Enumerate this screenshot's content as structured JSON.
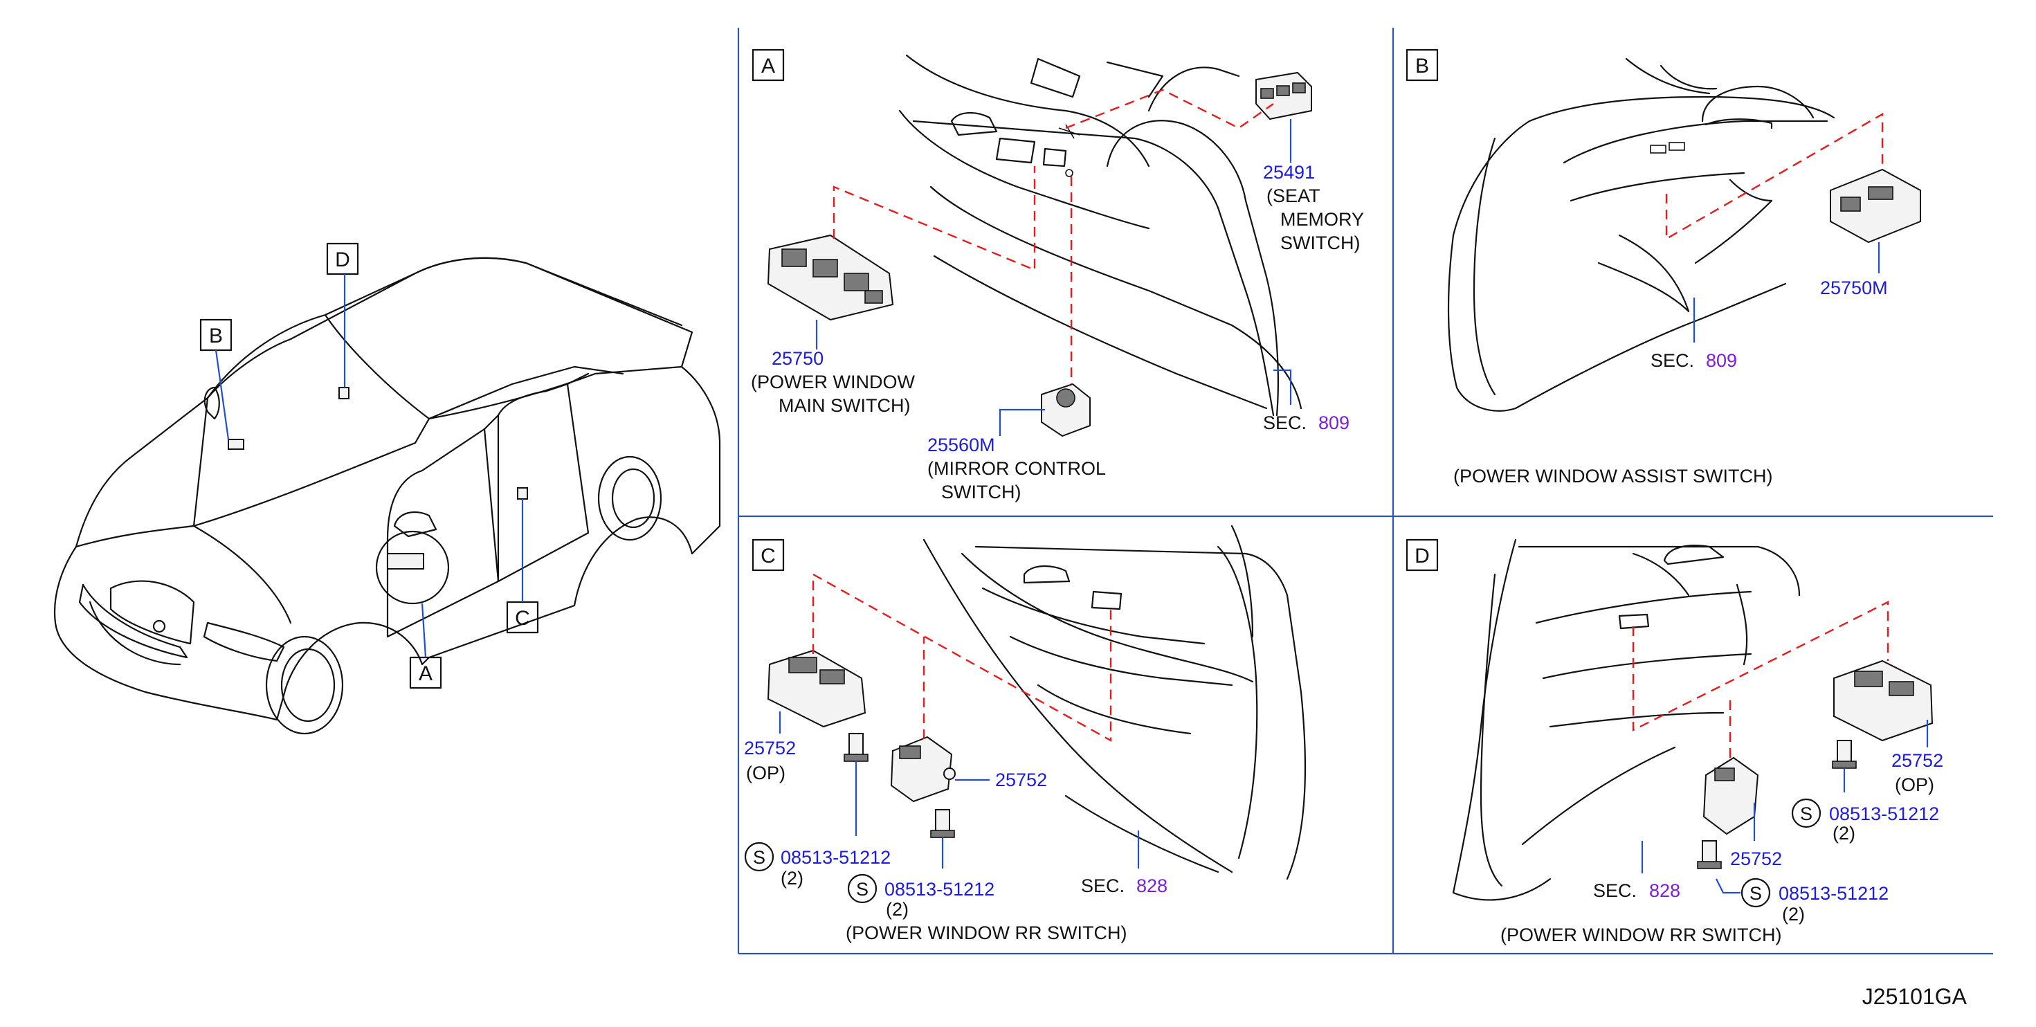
{
  "diagram_id": "J25101GA",
  "overview": {
    "callouts": [
      "A",
      "B",
      "C",
      "D"
    ]
  },
  "panels": {
    "A": {
      "letter": "A",
      "parts": [
        {
          "number": "25491",
          "desc": [
            "(SEAT",
            "MEMORY",
            "SWITCH)"
          ]
        },
        {
          "number": "25750",
          "desc": [
            "(POWER   WINDOW",
            "MAIN   SWITCH)"
          ]
        },
        {
          "number": "25560M",
          "desc": [
            "(MIRROR   CONTROL",
            "SWITCH)"
          ]
        }
      ],
      "sec_prefix": "SEC.",
      "sec_number": "809"
    },
    "B": {
      "letter": "B",
      "parts": [
        {
          "number": "25750M"
        }
      ],
      "sec_prefix": "SEC.",
      "sec_number": "809",
      "caption": "(POWER   WINDOW   ASSIST   SWITCH)"
    },
    "C": {
      "letter": "C",
      "parts": [
        {
          "number": "25752",
          "note": "(OP)"
        },
        {
          "number": "25752"
        }
      ],
      "screws": [
        {
          "symbol": "S",
          "number": "08513-51212",
          "qty": "(2)"
        },
        {
          "symbol": "S",
          "number": "08513-51212",
          "qty": "(2)"
        }
      ],
      "sec_prefix": "SEC.",
      "sec_number": "828",
      "caption": "(POWER   WINDOW   RR   SWITCH)"
    },
    "D": {
      "letter": "D",
      "parts": [
        {
          "number": "25752",
          "note": "(OP)"
        },
        {
          "number": "25752"
        }
      ],
      "screws": [
        {
          "symbol": "S",
          "number": "08513-51212",
          "qty": "(2)"
        },
        {
          "symbol": "S",
          "number": "08513-51212",
          "qty": "(2)"
        }
      ],
      "sec_prefix": "SEC.",
      "sec_number": "828",
      "caption": "(POWER   WINDOW   RR   SWITCH)"
    }
  },
  "colors": {
    "part_number": "#1d1dd9",
    "section_number": "#7d1fd6",
    "dashed_guide": "#e41c1c",
    "leader": "#1d4fd0",
    "frame": "#2d55b5",
    "line_art": "#111111"
  }
}
